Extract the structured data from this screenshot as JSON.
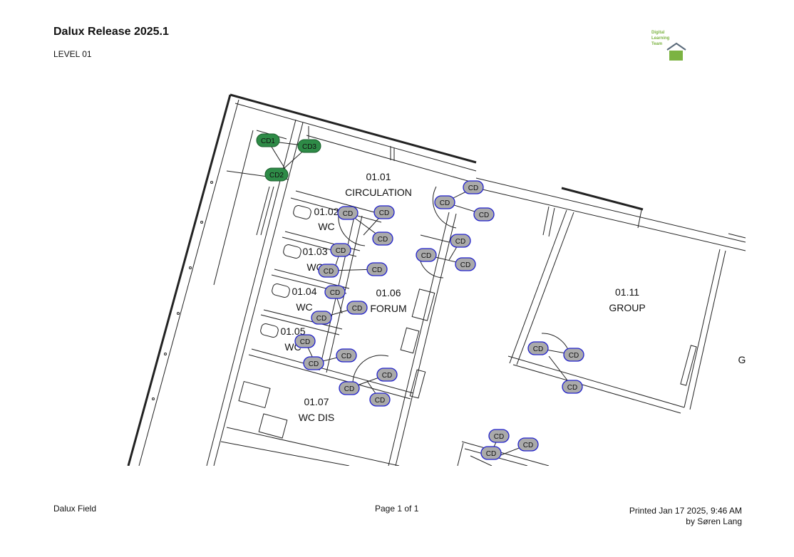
{
  "header": {
    "title": "Dalux Release 2025.1",
    "level": "LEVEL 01"
  },
  "logo": {
    "text": "Digital\nLearning\nTeam",
    "color": "#7cb342"
  },
  "rooms": [
    {
      "number": "01.01",
      "name": "CIRCULATION"
    },
    {
      "number": "01.02",
      "name": "WC"
    },
    {
      "number": "01.03",
      "name": "WC"
    },
    {
      "number": "01.04",
      "name": "WC"
    },
    {
      "number": "01.05",
      "name": "WC"
    },
    {
      "number": "01.06",
      "name": "FORUM"
    },
    {
      "number": "01.07",
      "name": "WC DIS"
    },
    {
      "number": "01.11",
      "name": "GROUP"
    },
    {
      "number": "",
      "name": "G"
    }
  ],
  "tags": {
    "cd1": "CD1",
    "cd2": "CD2",
    "cd3": "CD3",
    "cd": "CD",
    "green_color": "#2e8b47",
    "gray_color": "#aaaaaa",
    "border_blue": "#2222cc"
  },
  "footer": {
    "app": "Dalux Field",
    "page": "Page 1 of 1",
    "printed": "Printed Jan 17 2025, 9:46 AM",
    "by": "by Søren Lang"
  }
}
